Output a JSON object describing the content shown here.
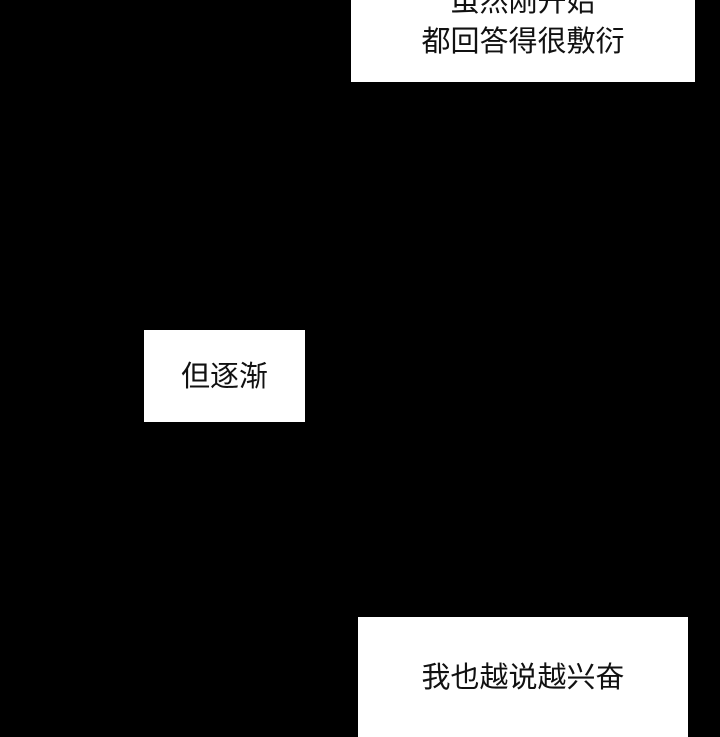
{
  "panels": [
    {
      "lines": [
        "虽然刚开始",
        "都回答得很敷衍"
      ]
    },
    {
      "lines": [
        "但逐渐"
      ]
    },
    {
      "lines": [
        "我也越说越兴奋"
      ]
    }
  ]
}
